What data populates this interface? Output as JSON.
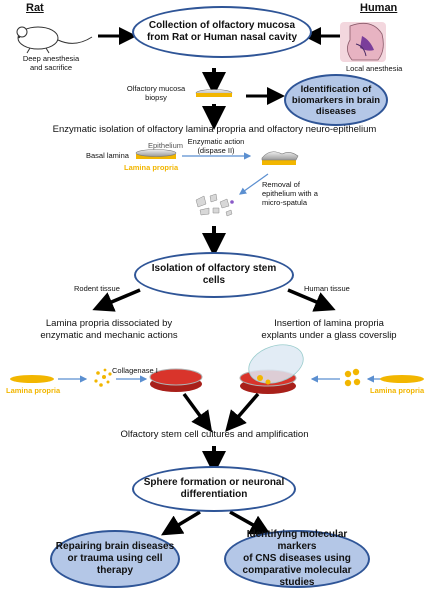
{
  "rat_label": "Rat",
  "human_label": "Human",
  "rat_caption": [
    "Deep anesthesia",
    "and sacrifice"
  ],
  "human_caption": "Local anesthesia",
  "collection_box": [
    "Collection of olfactory mucosa",
    "from Rat or Human nasal cavity"
  ],
  "biopsy_label": [
    "Olfactory mucosa",
    "biopsy"
  ],
  "biomarkers_box": [
    "Identification of",
    "biomarkers in brain",
    "diseases"
  ],
  "enzymatic_isolation": "Enzymatic isolation of olfactory lamina propria and olfactory neuro-epithelium",
  "epithelium_label": "Epithelium",
  "basal_lamina_label": "Basal lamina",
  "lamina_propria_label": "Lamina propria",
  "enzymatic_action": [
    "Enzymatic action",
    "(dispase II)"
  ],
  "removal_label": [
    "Removal of",
    "epithelium with a",
    "micro-spatula"
  ],
  "stem_cells_box": [
    "Isolation of olfactory stem",
    "cells"
  ],
  "rodent_tissue": "Rodent tissue",
  "human_tissue": "Human tissue",
  "dissociated_label": [
    "Lamina propria dissociated by",
    "enzymatic and mechanic actions"
  ],
  "insertion_label": [
    "Insertion of lamina propria",
    "explants under a glass coverslip"
  ],
  "collagenase_label": "Collagenase I",
  "lamina_propria_left": "Lamina propria",
  "lamina_propria_right": "Lamina propria",
  "cultures_label": "Olfactory stem cell cultures and amplification",
  "sphere_box": [
    "Sphere formation or neuronal",
    "differentiation"
  ],
  "repair_box": [
    "Repairing brain diseases",
    "or trauma using cell",
    "therapy"
  ],
  "markers_box": [
    "Identifying molecular markers",
    "of CNS diseases using",
    "comparative molecular studies"
  ],
  "colors": {
    "ellipse_border": "#2f5597",
    "ellipse_fill": "#b4c7e7",
    "lamina_yellow": "#f2b600",
    "petri_red": "#d9342b",
    "arrow_blue": "#5b8fd0"
  }
}
